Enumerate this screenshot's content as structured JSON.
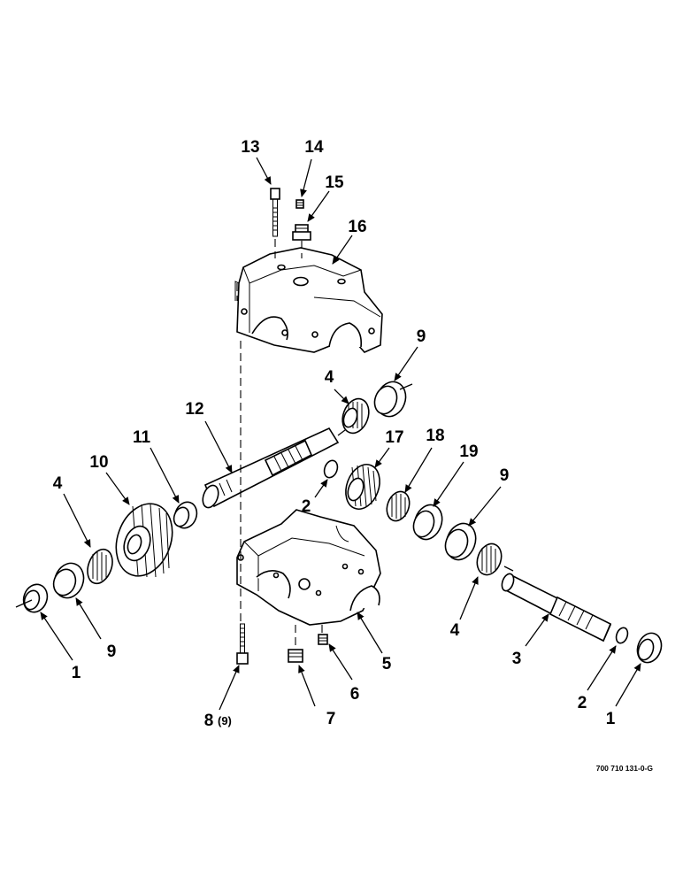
{
  "diagram": {
    "reference_number": "700 710 131-0-G",
    "callouts": [
      {
        "id": "13",
        "label": "13"
      },
      {
        "id": "14",
        "label": "14"
      },
      {
        "id": "15",
        "label": "15"
      },
      {
        "id": "16",
        "label": "16"
      },
      {
        "id": "9a",
        "label": "9"
      },
      {
        "id": "4a",
        "label": "4"
      },
      {
        "id": "12",
        "label": "12"
      },
      {
        "id": "17",
        "label": "17"
      },
      {
        "id": "18",
        "label": "18"
      },
      {
        "id": "19",
        "label": "19"
      },
      {
        "id": "9b",
        "label": "9"
      },
      {
        "id": "11",
        "label": "11"
      },
      {
        "id": "10",
        "label": "10"
      },
      {
        "id": "4b",
        "label": "4"
      },
      {
        "id": "2a",
        "label": "2"
      },
      {
        "id": "1a",
        "label": "1"
      },
      {
        "id": "9c",
        "label": "9"
      },
      {
        "id": "4c",
        "label": "4"
      },
      {
        "id": "3",
        "label": "3"
      },
      {
        "id": "5",
        "label": "5"
      },
      {
        "id": "6",
        "label": "6"
      },
      {
        "id": "7",
        "label": "7"
      },
      {
        "id": "8",
        "label": "8",
        "qty": "(9)"
      },
      {
        "id": "2b",
        "label": "2"
      },
      {
        "id": "1b",
        "label": "1"
      }
    ]
  }
}
